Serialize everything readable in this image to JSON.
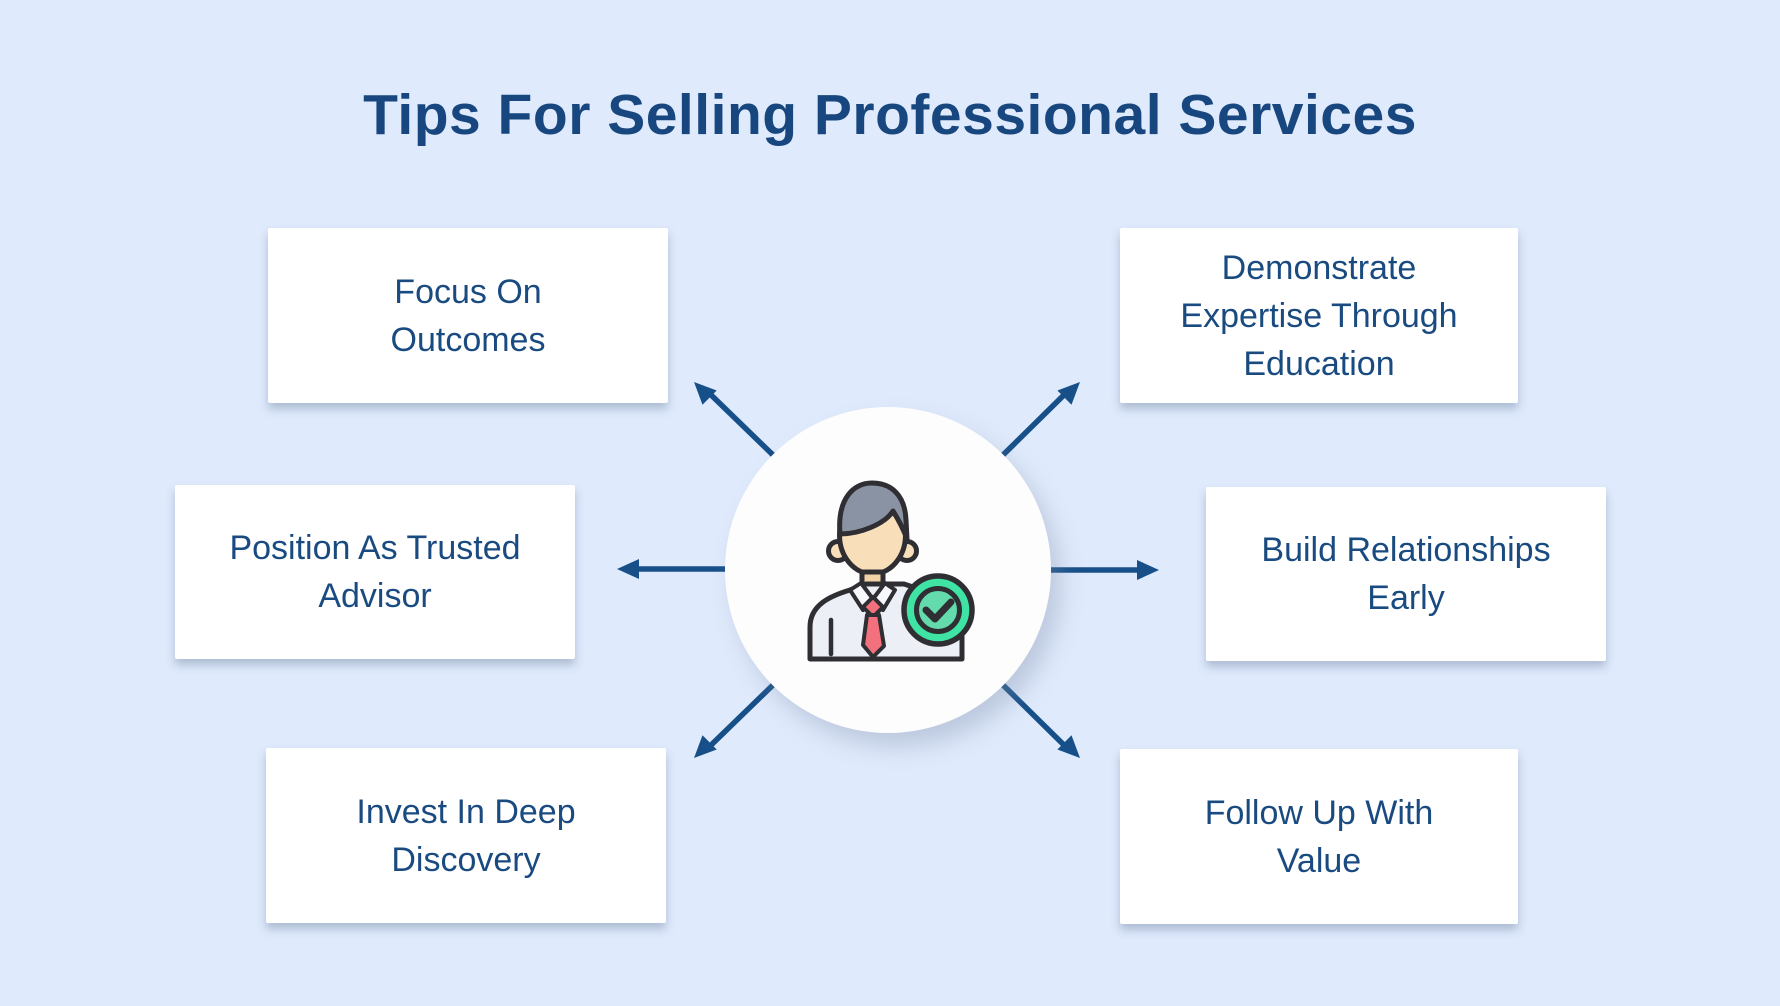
{
  "title": "Tips For Selling Professional Services",
  "boxes": [
    {
      "id": "focus-on-outcomes",
      "lines": [
        "Focus On",
        "Outcomes"
      ]
    },
    {
      "id": "demonstrate-expertise-through-education",
      "lines": [
        "Demonstrate",
        "Expertise Through",
        "Education"
      ]
    },
    {
      "id": "position-as-trusted-advisor",
      "lines": [
        "Position As Trusted",
        "Advisor"
      ]
    },
    {
      "id": "build-relationships-early",
      "lines": [
        "Build Relationships",
        "Early"
      ]
    },
    {
      "id": "invest-in-deep-discovery",
      "lines": [
        "Invest In Deep",
        "Discovery"
      ]
    },
    {
      "id": "follow-up-with-value",
      "lines": [
        "Follow Up With",
        "Value"
      ]
    }
  ],
  "center": {
    "icon": "businessman-approved-icon"
  },
  "colors": {
    "background": "#dfeafc",
    "card": "#ffffff",
    "text": "#1a4b80",
    "title": "#17477e",
    "arrow": "#175089",
    "badge_green": "#3fe3a3",
    "badge_green_inner": "#63dbac",
    "tie_red": "#f2717c",
    "hair_gray": "#8a93a3",
    "skin": "#f8deb9",
    "shirt": "#edeff6",
    "outline": "#2e2e33"
  }
}
